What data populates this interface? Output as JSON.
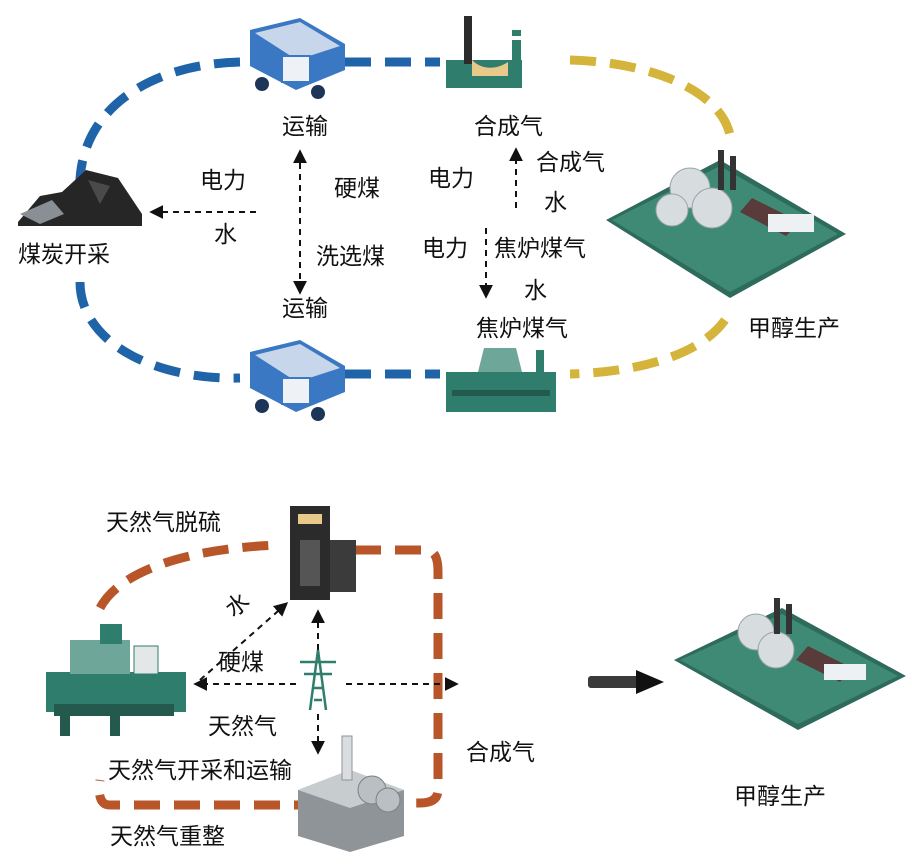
{
  "colors": {
    "coal_loop": "#1f64a8",
    "methanol_loop": "#d4b43a",
    "gas_loop": "#b8562a",
    "arrow": "#111111",
    "facility_green": "#2f7d6d",
    "truck_blue": "#3b78c3"
  },
  "icons": [
    "coal-pile-icon",
    "truck-icon",
    "chimney-plant-icon",
    "coke-oven-icon",
    "methanol-plant-icon",
    "power-tower-icon",
    "desulfurization-tower-icon",
    "gas-extraction-plant-icon",
    "reformer-icon",
    "pipe-arrow-icon"
  ],
  "coal_route": {
    "coal_mining": "煤炭开采",
    "transport_top": "运输",
    "transport_bottom": "运输",
    "syngas_top": "合成气",
    "methanol": "甲醇生产",
    "coke_oven_gas": "焦炉煤气",
    "power_left": "电力",
    "water_left": "水",
    "hard_coal": "硬煤",
    "washed_coal": "洗选煤",
    "power_mid": "电力",
    "syngas_right": "合成气",
    "water_right": "水",
    "power_lower": "电力",
    "coke_oven_gas_mid": "焦炉煤气",
    "water_lower": "水"
  },
  "gas_route": {
    "desulfurization": "天然气脱硫",
    "water": "水",
    "hard_coal": "硬煤",
    "natural_gas": "天然气",
    "extraction_transport": "天然气开采和运输",
    "reforming": "天然气重整",
    "syngas": "合成气",
    "methanol": "甲醇生产"
  }
}
